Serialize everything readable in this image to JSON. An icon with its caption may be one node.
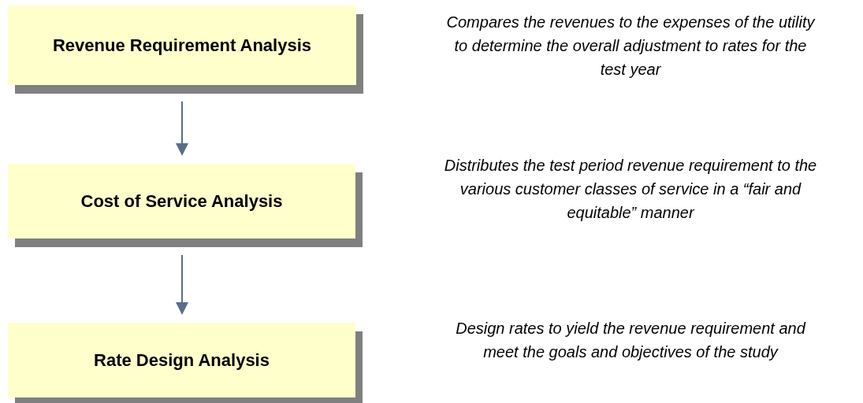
{
  "diagram": {
    "nodes": [
      {
        "text": [
          "Revenue Requirement Analysis"
        ]
      },
      {
        "text": [
          "Cost of Service Analysis"
        ]
      },
      {
        "text": [
          "Rate Design Analysis"
        ]
      }
    ],
    "edges": [
      {
        "from": 0,
        "to": 1,
        "arrow": "to"
      },
      {
        "from": 1,
        "to": 2,
        "arrow": "to"
      }
    ],
    "labels": [
      "Compares the revenues to the expenses of the utility to determine the overall adjustment to rates for the test year",
      "Distributes the test period revenue requirement to the various customer classes of service in a “fair and equitable” manner",
      "Design rates to yield the revenue requirement and meet the goals and objectives of the study"
    ]
  }
}
